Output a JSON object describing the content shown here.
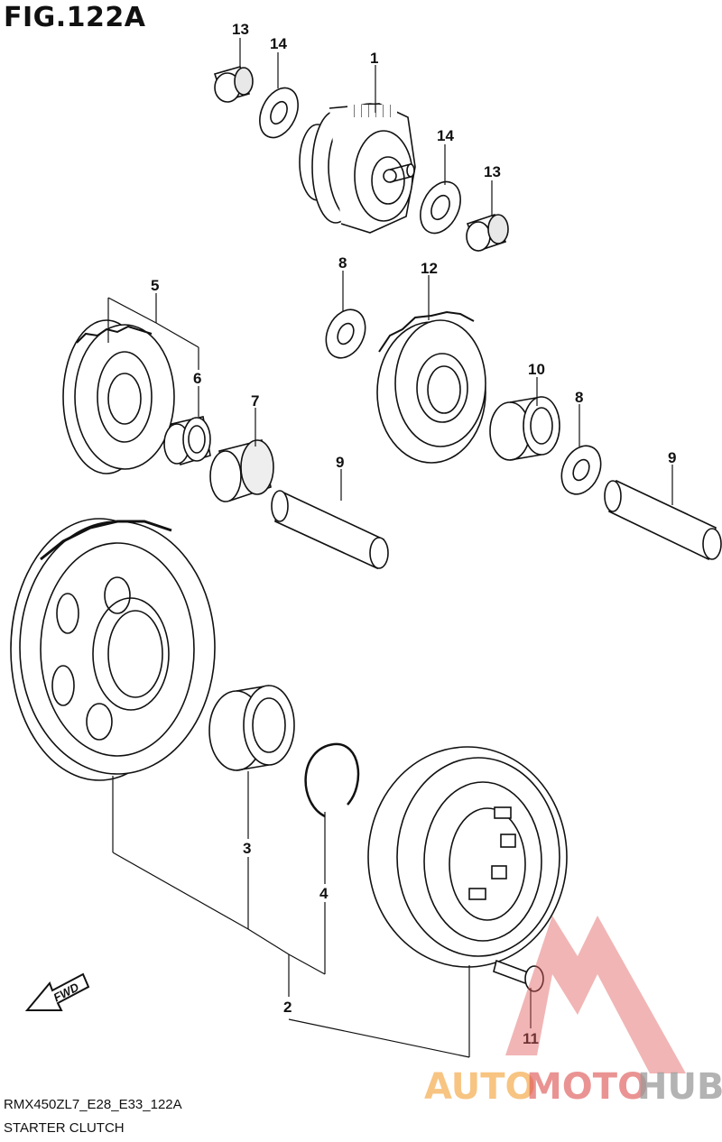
{
  "figure": {
    "title": "FIG.122A",
    "model_code": "RMX450ZL7_E28_E33_122A",
    "group_name": "STARTER CLUTCH"
  },
  "callouts": [
    "1",
    "2",
    "3",
    "4",
    "5",
    "6",
    "7",
    "8",
    "8",
    "9",
    "9",
    "10",
    "11",
    "12",
    "13",
    "13",
    "14",
    "14"
  ],
  "direction_arrow": {
    "label": "FWD"
  },
  "watermark": {
    "part1": "AUTO",
    "part2": "MOTO",
    "part3": "HUB",
    "color_orange": "#f4a640",
    "color_red": "#e05a5a",
    "color_gray": "#9a9a9a"
  }
}
